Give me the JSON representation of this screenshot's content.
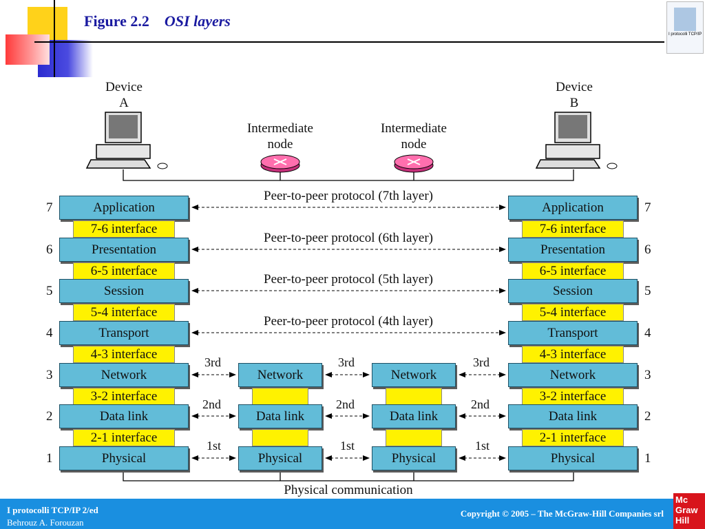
{
  "header": {
    "figure": "Figure 2.2",
    "title": "OSI layers",
    "logo_text": "I protocolli TCP/IP"
  },
  "devices": {
    "a": {
      "line1": "Device",
      "line2": "A"
    },
    "b": {
      "line1": "Device",
      "line2": "B"
    },
    "node1": {
      "line1": "Intermediate",
      "line2": "node"
    },
    "node2": {
      "line1": "Intermediate",
      "line2": "node"
    }
  },
  "layers": [
    {
      "num": "7",
      "name": "Application",
      "peer": "Peer-to-peer protocol (7th layer)"
    },
    {
      "num": "6",
      "name": "Presentation",
      "peer": "Peer-to-peer protocol (6th layer)"
    },
    {
      "num": "5",
      "name": "Session",
      "peer": "Peer-to-peer protocol (5th layer)"
    },
    {
      "num": "4",
      "name": "Transport",
      "peer": "Peer-to-peer protocol (4th layer)"
    },
    {
      "num": "3",
      "name": "Network"
    },
    {
      "num": "2",
      "name": "Data link"
    },
    {
      "num": "1",
      "name": "Physical"
    }
  ],
  "interfaces": [
    "7-6 interface",
    "6-5 interface",
    "5-4 interface",
    "4-3 interface",
    "3-2 interface",
    "2-1 interface"
  ],
  "hops": {
    "third": "3rd",
    "second": "2nd",
    "first": "1st"
  },
  "physical_comm": "Physical communication",
  "footer": {
    "book": "I protocolli TCP/IP 2/ed",
    "author": "Behrouz A. Forouzan",
    "copyright": "Copyright © 2005 – The McGraw-Hill Companies srl",
    "publisher_logo": [
      "Mc",
      "Graw",
      "Hill"
    ]
  },
  "colors": {
    "layer_box": "#62bcd8",
    "interface": "#fff200",
    "router": "#ff6fae",
    "footer": "#1a8fe0",
    "title": "#1a1aa0",
    "logo": "#d8141c"
  }
}
